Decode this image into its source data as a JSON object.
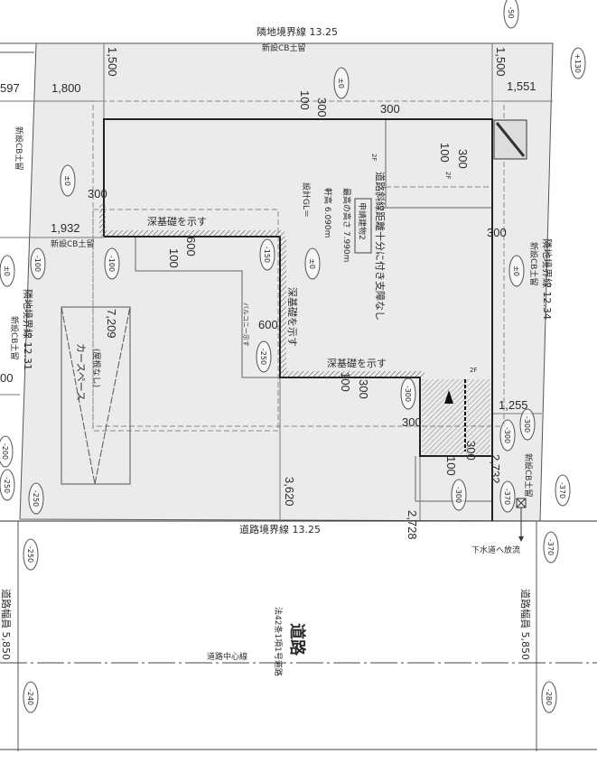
{
  "boundaries": {
    "top": "隣地境界線 13.25",
    "right": "隣地境界線 12.34",
    "left": "隣地境界線 12.31",
    "road": "道路境界線 13.25"
  },
  "retaining_wall": "新設CB土留",
  "dimensions": {
    "d597": "597",
    "d1800": "1,800",
    "d1551": "1,551",
    "d1500a": "1,500",
    "d1500b": "1,500",
    "d100a": "100",
    "d300a": "300",
    "d300b": "300",
    "d100b": "100",
    "d300c": "300",
    "d300d": "300",
    "d1932": "1,932",
    "d600a": "600",
    "d100c": "100",
    "d300e": "300",
    "d600b": "600",
    "d7209": "7,209",
    "d300f": "300",
    "d100d": "100",
    "d1255": "1,255",
    "d300g": "300",
    "d300h": "300",
    "d100e": "100",
    "d00": "00",
    "d3620": "3,620",
    "d2728": "2,728",
    "d2732": "2,732"
  },
  "floor_labels": {
    "f1": "2F",
    "f2": "2F",
    "f3": "2F"
  },
  "building": {
    "name": "申請建物2",
    "max_height": "最高の高さ 7.990m",
    "eave_height": "軒高 6.090m",
    "design_gl": "設計GL＝",
    "setback_note": "道路斜線距離十分に付き支障なし"
  },
  "notes": {
    "deep_foundation_1": "深基礎を示す",
    "deep_foundation_2": "深基礎を示す",
    "deep_foundation_3": "深基礎を示す",
    "balcony": "バルコニー示す",
    "roof_none": "(屋根なし)",
    "car_space": "カースペース",
    "sewer": "下水道へ放流"
  },
  "road": {
    "name": "道路",
    "type": "法42条1項1号道路",
    "center_line": "道路中心線",
    "width_label_left": "道路幅員 5,850",
    "width_label_right": "道路幅員 5,850"
  },
  "levels": [
    "-50",
    "+130",
    "±0",
    "±0",
    "±0",
    "±0",
    "-100",
    "-100",
    "-150",
    "±0",
    "-250",
    "-300",
    "-300",
    "-300",
    "-200",
    "-250",
    "-250",
    "-300",
    "-370",
    "-370",
    "-250",
    "-370",
    "-240",
    "-280"
  ],
  "colors": {
    "site_fill": "#ebebeb",
    "line": "#333333",
    "page": "#ffffff"
  }
}
